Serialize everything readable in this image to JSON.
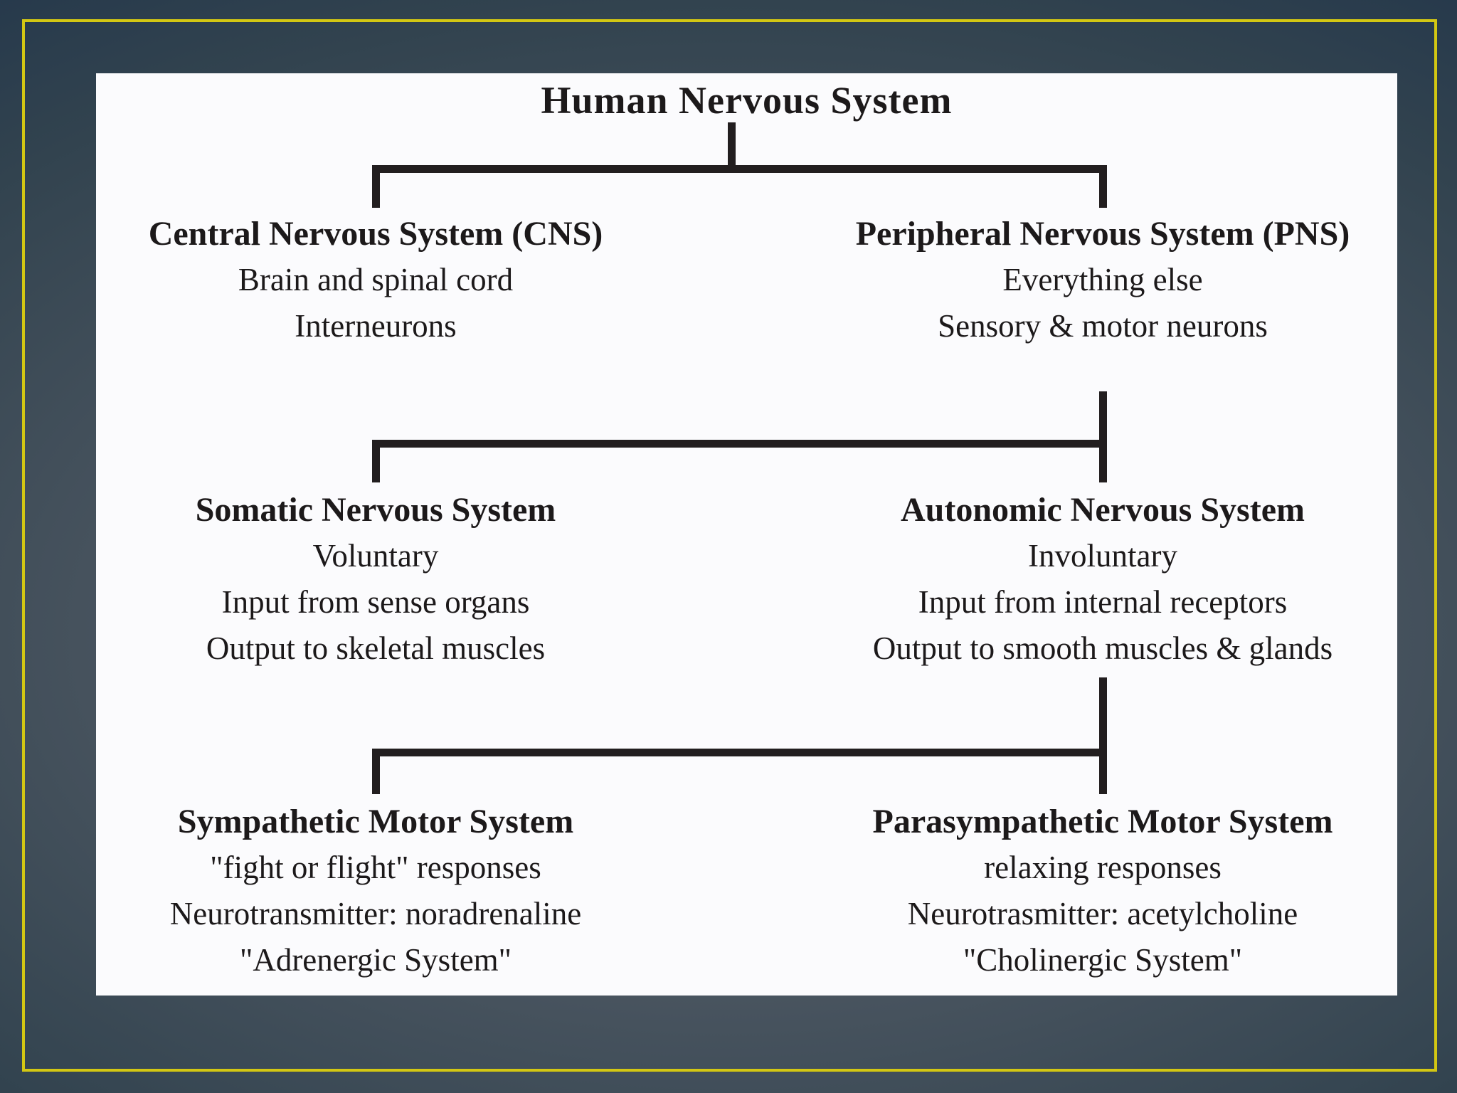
{
  "slide": {
    "background_center_color": "#5d6771",
    "background_corner_color": "#122539",
    "frame_color": "#d3c713",
    "panel_color": "#fbfbfd",
    "line_color": "#221e1f",
    "text_color": "#1c191a"
  },
  "diagram": {
    "title": "Human Nervous System",
    "nodes": [
      {
        "id": "cns",
        "heading": "Central Nervous System (CNS)",
        "lines": [
          "Brain and spinal cord",
          "Interneurons"
        ]
      },
      {
        "id": "pns",
        "heading": "Peripheral Nervous System (PNS)",
        "lines": [
          "Everything else",
          "Sensory & motor neurons"
        ]
      },
      {
        "id": "somatic",
        "heading": "Somatic Nervous System",
        "lines": [
          "Voluntary",
          "Input from sense organs",
          "Output to skeletal muscles"
        ]
      },
      {
        "id": "autonomic",
        "heading": "Autonomic Nervous System",
        "lines": [
          "Involuntary",
          "Input from internal receptors",
          "Output to smooth muscles & glands"
        ]
      },
      {
        "id": "sympathetic",
        "heading": "Sympathetic Motor System",
        "lines": [
          "\"fight or flight\" responses",
          "Neurotransmitter: noradrenaline",
          "\"Adrenergic System\""
        ]
      },
      {
        "id": "parasympathetic",
        "heading": "Parasympathetic Motor System",
        "lines": [
          "relaxing responses",
          "Neurotrasmitter: acetylcholine",
          "\"Cholinergic System\""
        ]
      }
    ]
  }
}
